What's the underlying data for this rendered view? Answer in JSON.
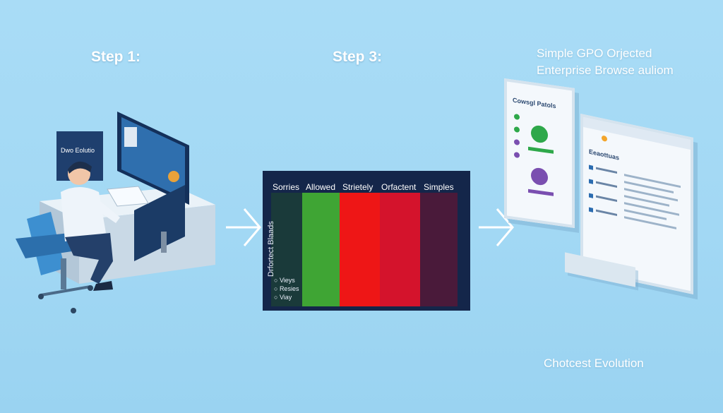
{
  "steps": {
    "step_a": "Step 1:",
    "step_b": "Step 3:"
  },
  "top_right_caption": {
    "line1": "Simple GPO Orjected",
    "line2": "Enterprise Browse auliom"
  },
  "bottom_caption": "Chotcest Evolution",
  "workstation": {
    "wall_sign": "Dwo Eolutio"
  },
  "matrix": {
    "headers": [
      "Sorries",
      "Allowed",
      "Strietely",
      "Orfactent",
      "Simples"
    ],
    "row_label": "Drfortect Blaads",
    "bullets": [
      "Vieys",
      "Resies",
      "Viay"
    ],
    "colors": [
      "#3fa534",
      "#ee1616",
      "#d4132c",
      "#4a1a3a"
    ]
  },
  "browser_front": {
    "title": "Cowsgl Patols"
  },
  "browser_back": {
    "title": "Eeaottuas"
  },
  "colors": {
    "background": "#a9dcf6",
    "matrix_bg": "#14264a",
    "accent_green": "#2ea84a",
    "accent_purple": "#7a4fb0"
  }
}
